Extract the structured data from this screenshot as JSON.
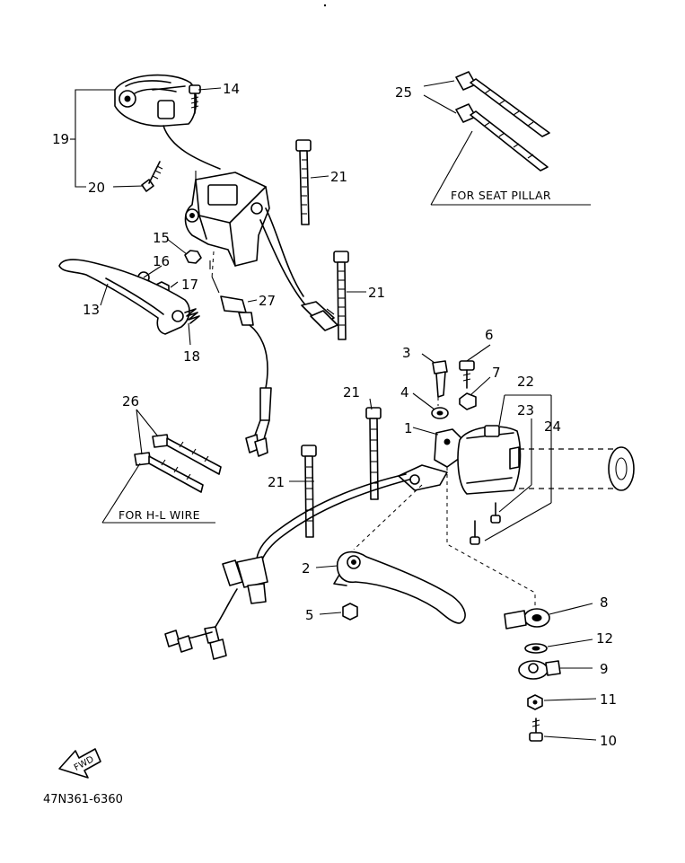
{
  "diagram": {
    "part_labels": [
      "1",
      "2",
      "3",
      "4",
      "5",
      "6",
      "7",
      "8",
      "9",
      "10",
      "11",
      "12",
      "13",
      "14",
      "15",
      "16",
      "17",
      "18",
      "19",
      "20",
      "21",
      "21",
      "21",
      "21",
      "22",
      "23",
      "24",
      "25",
      "26",
      "27"
    ],
    "notes": {
      "seat_pillar": "FOR SEAT PILLAR",
      "hl_wire": "FOR H-L WIRE"
    },
    "fwd_arrow_text": "FWD",
    "catalog_code": "47N361-6360"
  }
}
